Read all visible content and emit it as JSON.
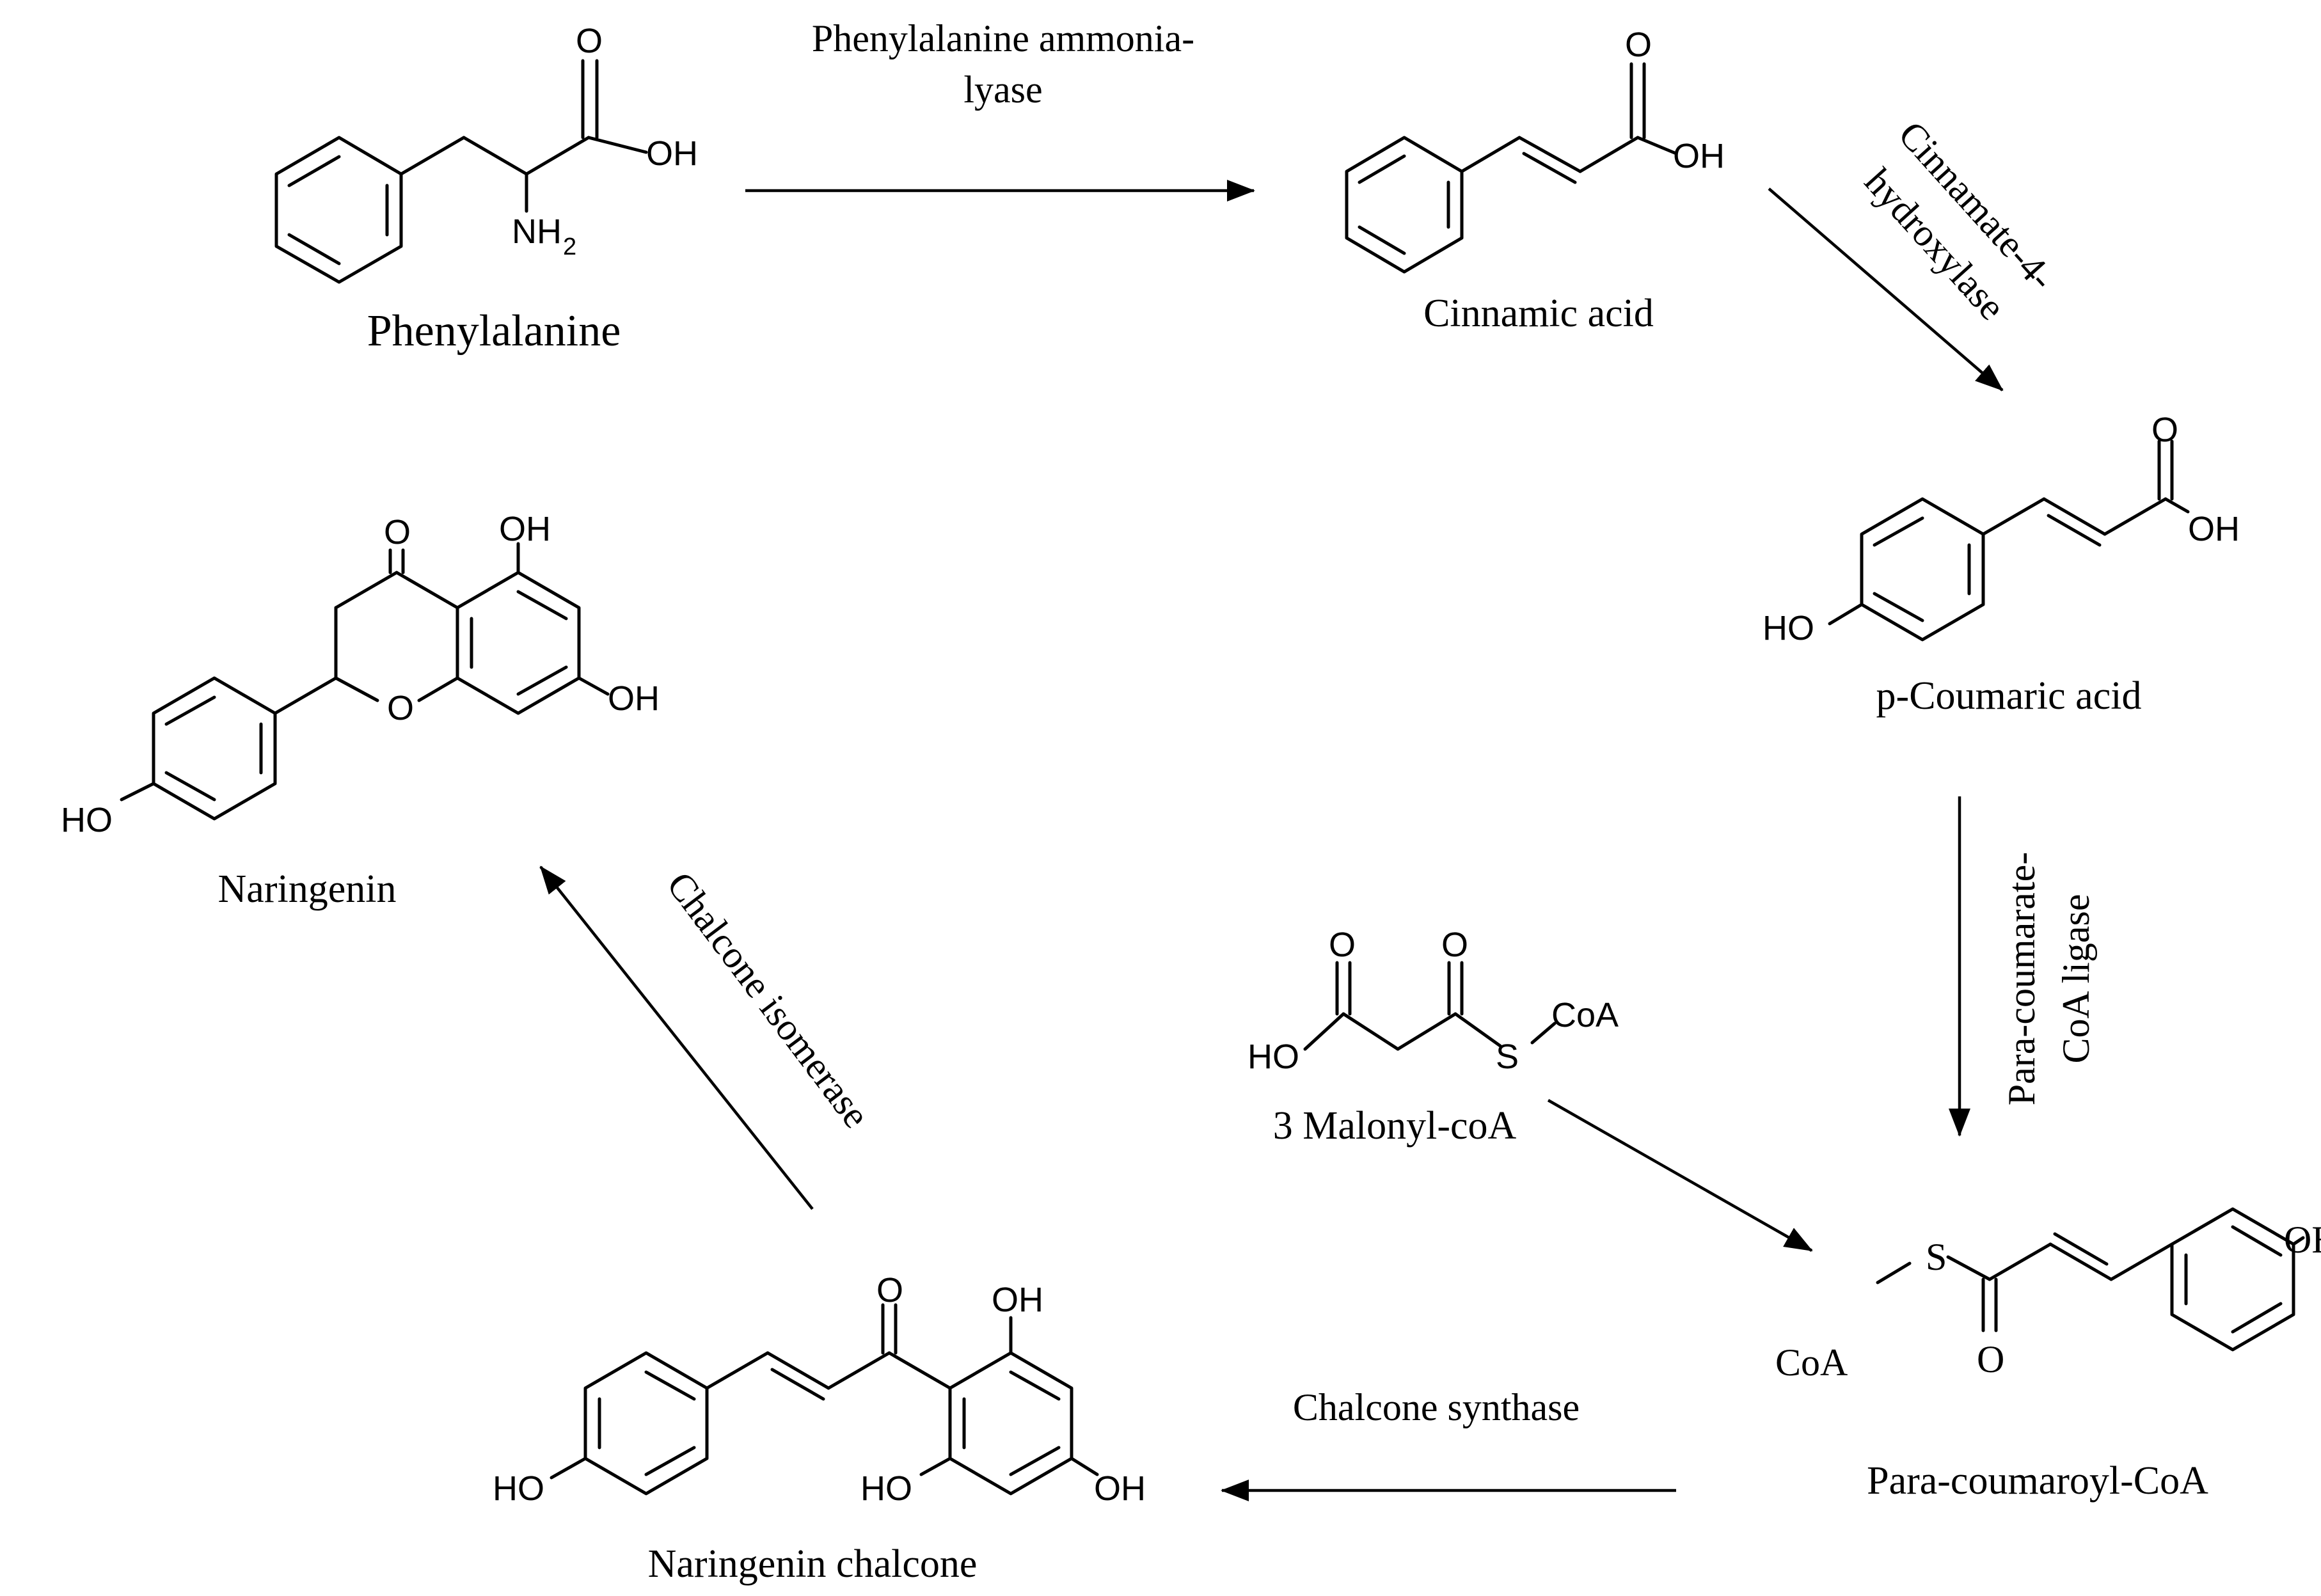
{
  "compounds": {
    "phenylalanine": "Phenylalanine",
    "cinnamic_acid": "Cinnamic acid",
    "p_coumaric_acid": "p-Coumaric acid",
    "para_coumaroyl_coa": "Para-coumaroyl-CoA",
    "malonyl_coa": "3 Malonyl-coA",
    "naringenin_chalcone": "Naringenin chalcone",
    "naringenin": "Naringenin"
  },
  "enzymes": {
    "pal_line1": "Phenylalanine ammonia-",
    "pal_line2": "lyase",
    "c4h_line1": "Cinnamate-4-",
    "c4h_line2": "hydroxylase",
    "fourcl_line1": "Para-coumarate-",
    "fourcl_line2": "CoA ligase",
    "chs": "Chalcone synthase",
    "chi": "Chalcone isomerase"
  },
  "atoms": {
    "O": "O",
    "OH": "OH",
    "HO": "HO",
    "NH": "NH",
    "sub2": "2",
    "S": "S",
    "CoA": "CoA"
  }
}
